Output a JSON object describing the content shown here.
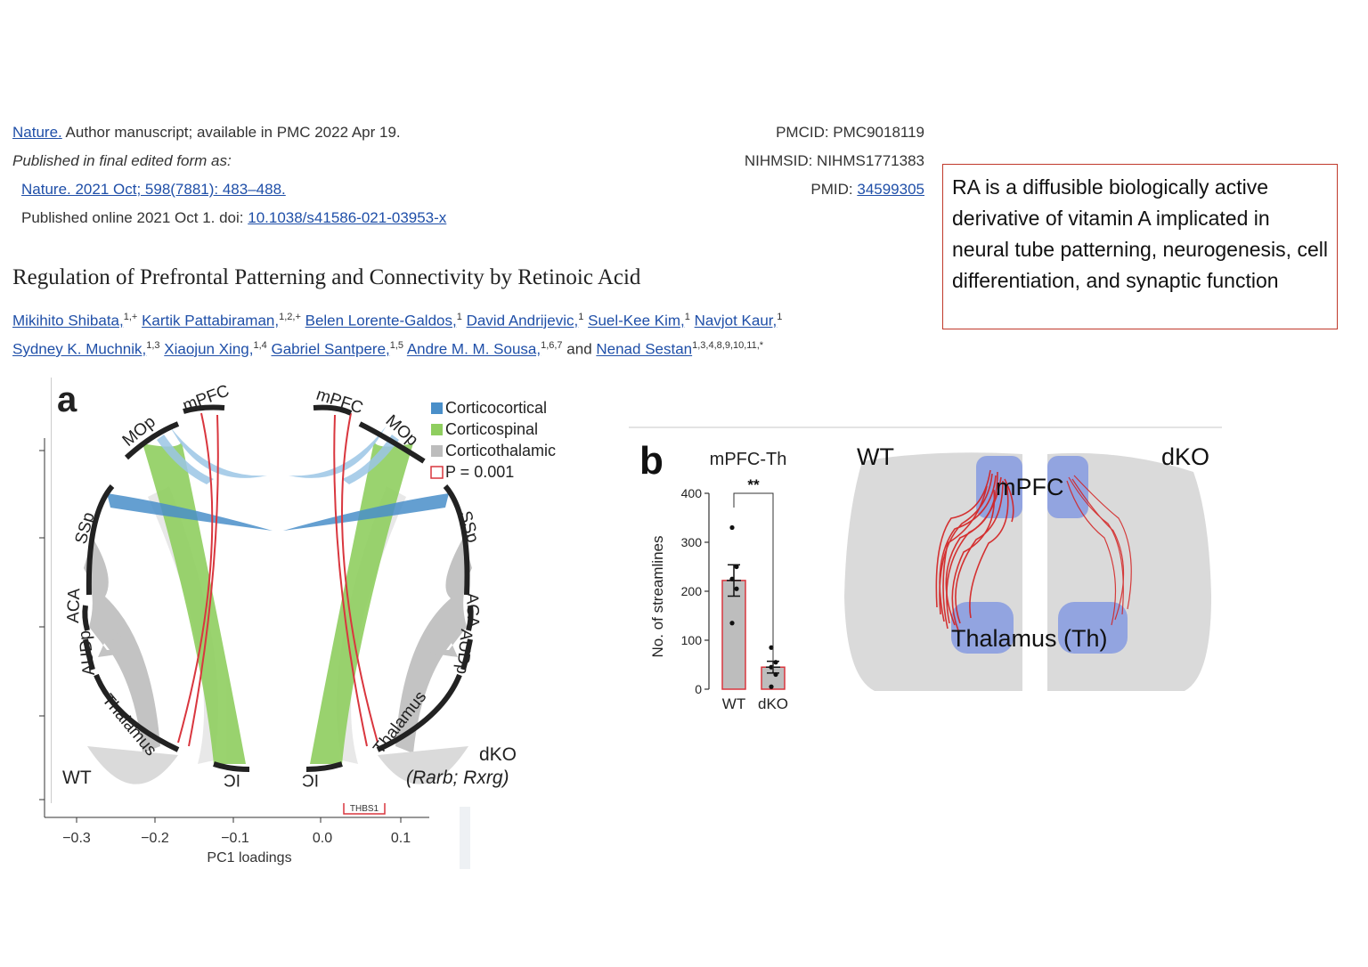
{
  "header": {
    "journal_link": "Nature.",
    "manuscript_note": "Author manuscript; available in PMC 2022 Apr 19.",
    "published_as": "Published in final edited form as:",
    "citation_link": "Nature. 2021 Oct; 598(7881): 483–488.",
    "online_prefix": "Published online 2021 Oct 1. doi: ",
    "doi_link": "10.1038/s41586-021-03953-x",
    "pmcid": "PMCID: PMC9018119",
    "nihmsid": "NIHMSID: NIHMS1771383",
    "pmid_label": "PMID: ",
    "pmid_link": "34599305"
  },
  "article": {
    "title": "Regulation of Prefrontal Patterning and Connectivity by Retinoic Acid",
    "authors_line1": [
      {
        "name": "Mikihito Shibata",
        "sup": "1,+"
      },
      {
        "name": "Kartik Pattabiraman",
        "sup": "1,2,+"
      },
      {
        "name": "Belen Lorente-Galdos",
        "sup": "1"
      },
      {
        "name": "David Andrijevic",
        "sup": "1"
      },
      {
        "name": "Suel-Kee Kim",
        "sup": "1"
      },
      {
        "name": "Navjot Kaur",
        "sup": "1"
      }
    ],
    "authors_line2": [
      {
        "name": "Sydney K. Muchnik",
        "sup": "1,3"
      },
      {
        "name": "Xiaojun Xing",
        "sup": "1,4"
      },
      {
        "name": "Gabriel Santpere",
        "sup": "1,5"
      },
      {
        "name": "Andre M. M. Sousa",
        "sup": "1,6,7"
      }
    ],
    "authors_and": "and",
    "last_author": {
      "name": "Nenad Sestan",
      "sup": "1,3,4,8,9,10,11,*"
    }
  },
  "note": "RA is a diffusible biologically active derivative of vitamin A implicated in neural tube patterning, neurogenesis, cell differentiation, and synaptic function",
  "figure_a": {
    "panel_letter": "a",
    "regions_left": [
      "mPFC",
      "MOp",
      "SSp",
      "ACA",
      "AUDp",
      "Thalamus",
      "IC"
    ],
    "regions_right": [
      "mPFC",
      "MOp",
      "SSp",
      "ACA",
      "AUDp",
      "Thalamus",
      "IC"
    ],
    "legend": [
      "Corticocortical",
      "Corticospinal",
      "Corticothalamic",
      "P = 0.001"
    ],
    "colors": {
      "corticocortical": "#4a8fc9",
      "corticospinal": "#8fce5f",
      "corticothalamic": "#bdbdbd",
      "significant": "#d9363e"
    },
    "label_wt": "WT",
    "label_dko": "dKO",
    "label_genotype": "(Rarb; Rxrg)",
    "background_label": "THBS1",
    "axis_ticks": [
      "−0.3",
      "−0.2",
      "−0.1",
      "0.0",
      "0.1"
    ],
    "axis_label": "PC1 loadings"
  },
  "figure_b": {
    "panel_letter": "b",
    "label_wt": "WT",
    "label_dko": "dKO",
    "region_mpfc": "mPFC",
    "region_thalamus": "Thalamus (Th)"
  },
  "chart_data": {
    "type": "bar",
    "title": "mPFC-Th",
    "ylabel": "No. of streamlines",
    "categories": [
      "WT",
      "dKO"
    ],
    "values": [
      222,
      45
    ],
    "errors": [
      32,
      12
    ],
    "points": [
      [
        330,
        250,
        225,
        205,
        135
      ],
      [
        85,
        55,
        45,
        30,
        5
      ]
    ],
    "ylim": [
      0,
      400
    ],
    "yticks": [
      0,
      100,
      200,
      300,
      400
    ],
    "significance": "**",
    "bar_color": "#bdbdbd",
    "bar_edge": "#d9363e"
  }
}
